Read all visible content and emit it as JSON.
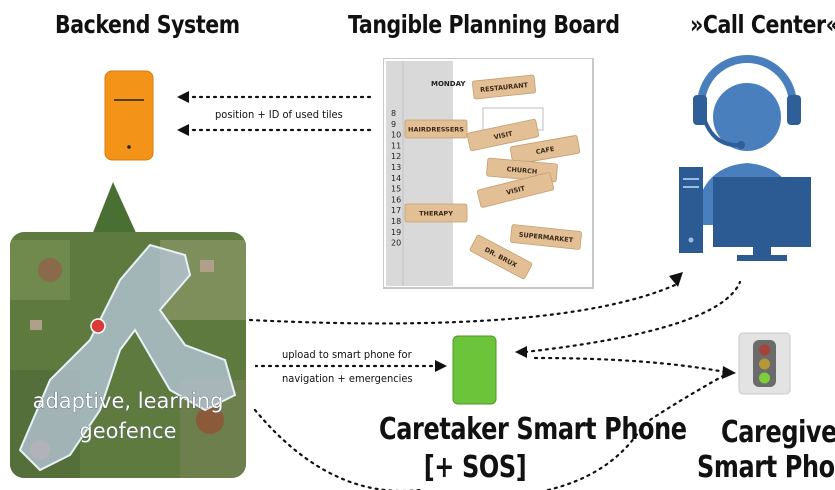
{
  "titles": {
    "backend": "Backend System",
    "board": "Tangible Planning Board",
    "call_center": "»Call Center«"
  },
  "labels": {
    "position_id": "position + ID of used tiles",
    "upload_line1": "upload to smart phone for",
    "upload_line2": "navigation + emergencies",
    "geofence_line1": "adaptive, learning",
    "geofence_line2": "geofence",
    "caretaker_line1": "Caretaker Smart Phone",
    "caretaker_line2": "[+ SOS]",
    "caregiver_line1": "Caregiver",
    "caregiver_line2": "Smart Phone"
  },
  "board": {
    "day": "MONDAY",
    "hours": [
      "8",
      "9",
      "10",
      "11",
      "12",
      "13",
      "14",
      "15",
      "16",
      "17",
      "18",
      "19",
      "20"
    ],
    "tiles": [
      "RESTAURANT",
      "HAIRDRESSERS",
      "VISIT",
      "CAFE",
      "CHURCH",
      "VISIT",
      "THERAPY",
      "SUPERMARKET",
      "DR. BRUX"
    ]
  },
  "colors": {
    "server": "#f39318",
    "phone": "#6cc43b",
    "call_center": "#4a7fbd",
    "tile": "#e2bf94",
    "geofence": "#b7c7d9"
  },
  "icons": {
    "server": "server-icon",
    "phone": "smartphone-icon",
    "operator": "call-center-operator-icon",
    "traffic_light": "traffic-light-icon"
  }
}
